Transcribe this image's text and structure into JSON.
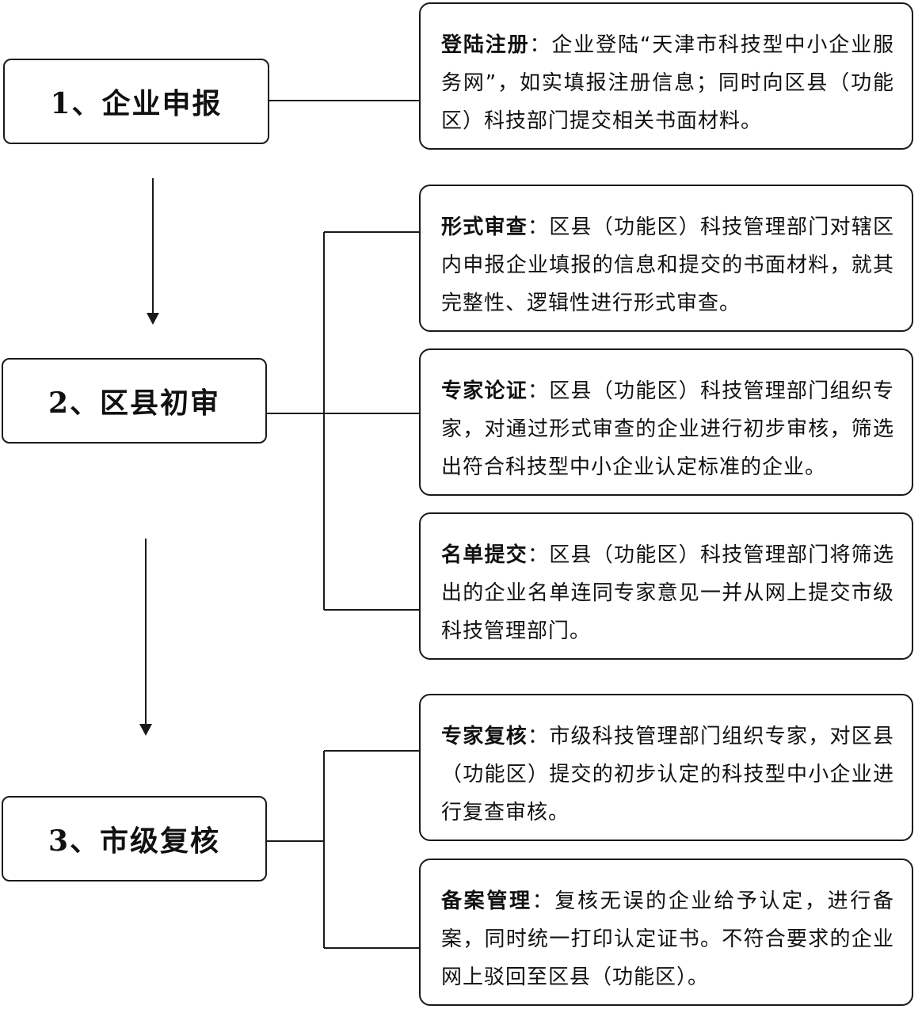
{
  "steps": [
    {
      "label": "1、企业申报"
    },
    {
      "label": "2、区县初审"
    },
    {
      "label": "3、市级复核"
    }
  ],
  "details": [
    {
      "title": "登陆注册",
      "sep": "：",
      "text": "企业登陆“天津市科技型中小企业服务网”，如实填报注册信息；同时向区县（功能区）科技部门提交相关书面材料。"
    },
    {
      "title": "形式审查",
      "sep": "：",
      "text": "区县（功能区）科技管理部门对辖区内申报企业填报的信息和提交的书面材料，就其完整性、逻辑性进行形式审查。"
    },
    {
      "title": "专家论证",
      "sep": "：",
      "text": "区县（功能区）科技管理部门组织专家，对通过形式审查的企业进行初步审核，筛选出符合科技型中小企业认定标准的企业。"
    },
    {
      "title": "名单提交",
      "sep": "：",
      "text": "区县（功能区）科技管理部门将筛选出的企业名单连同专家意见一并从网上提交市级科技管理部门。"
    },
    {
      "title": "专家复核",
      "sep": "：",
      "text": "市级科技管理部门组织专家，对区县（功能区）提交的初步认定的科技型中小企业进行复查审核。"
    },
    {
      "title": "备案管理",
      "sep": "：",
      "text": "复核无误的企业给予认定，进行备案，同时统一打印认定证书。不符合要求的企业网上驳回至区县（功能区）。"
    }
  ],
  "colors": {
    "line": "#1a1a1a",
    "border": "#1a1a1a",
    "background": "#ffffff"
  }
}
